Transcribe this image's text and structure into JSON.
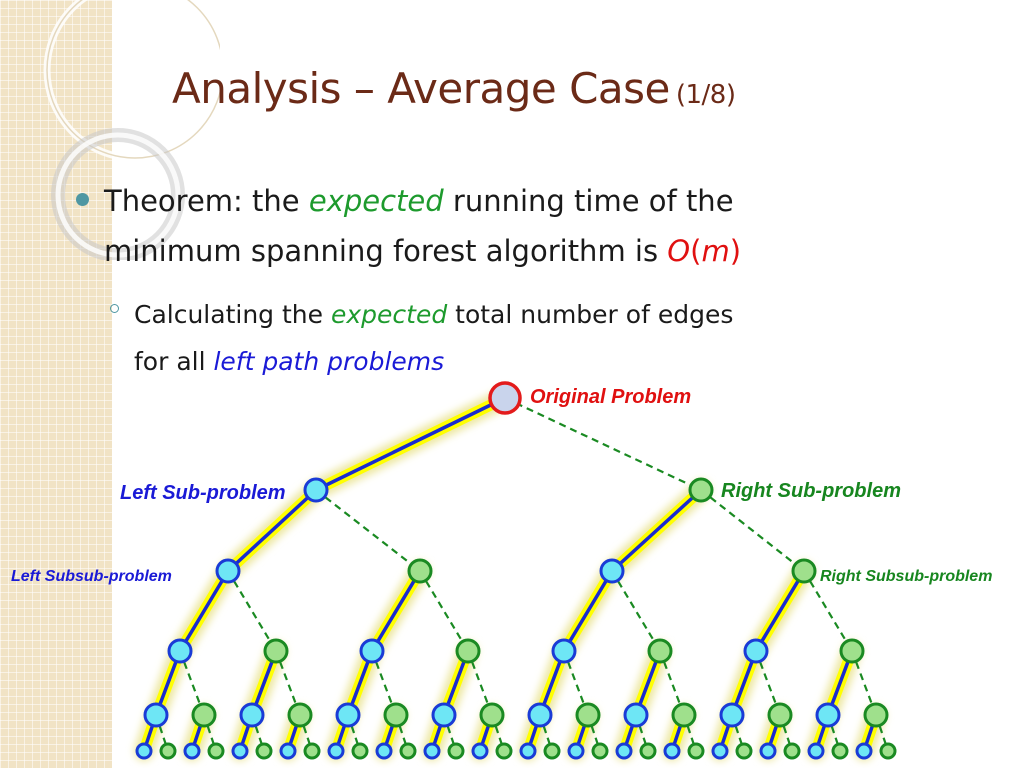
{
  "slide": {
    "title": "Analysis – Average Case",
    "title_sub": "(1/8)",
    "bullet1": {
      "pre": "Theorem: the ",
      "emph": "expected",
      "mid": " running time of the",
      "line2_pre": "minimum spanning forest algorithm is ",
      "big_o": "O",
      "paren_open": "(",
      "m": "m",
      "paren_close": ")"
    },
    "bullet2": {
      "pre": "Calculating the ",
      "emph": "expected",
      "mid": " total number of edges",
      "line2_pre": "for all ",
      "emph2": "left path problems"
    }
  },
  "diagram": {
    "labels": {
      "original": "Original Problem",
      "left_sub": "Left Sub-problem",
      "right_sub": "Right Sub-problem",
      "left_subsub": "Left Subsub-problem",
      "right_subsub": "Right Subsub-problem"
    },
    "colors": {
      "left_node": "#6ee6f5",
      "right_node": "#9fe08c",
      "left_stroke": "#1a3bd6",
      "right_stroke": "#1a8a22",
      "left_edge": "#1a2bd0",
      "right_edge": "#1a8a22",
      "glow": "#ece69a",
      "highlight": "#ffff00",
      "root_fill": "#c9d4ec",
      "root_stroke": "#e31b1b",
      "label_red": "#e01010",
      "label_blue": "#1a1ad6",
      "label_green": "#17861f"
    }
  }
}
